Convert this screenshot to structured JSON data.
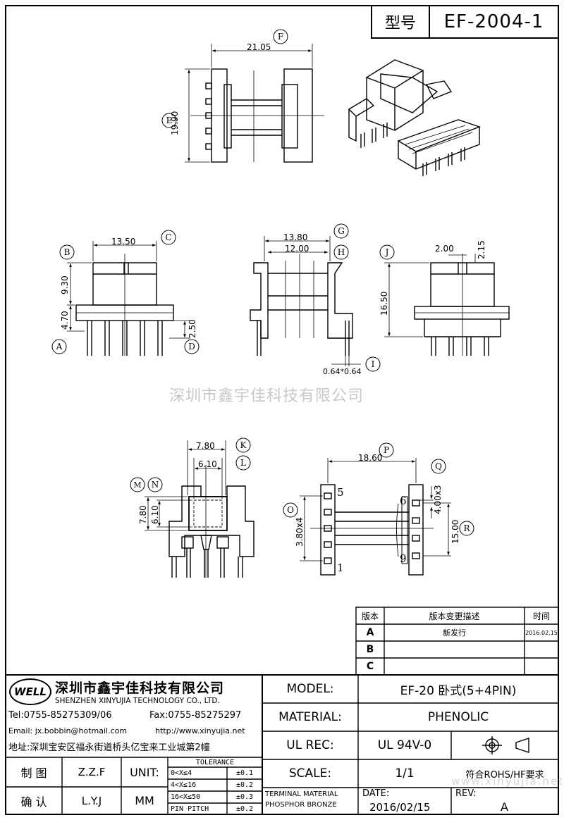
{
  "header": {
    "label": "型号",
    "model": "EF-2004-1"
  },
  "dims": {
    "top_width": "21.05",
    "top_height": "19.90",
    "front_width": "13.50",
    "front_h1": "9.30",
    "front_h2": "4.70",
    "front_h3": "2.50",
    "side_w1": "13.80",
    "side_w2": "12.00",
    "pin_size": "0.64*0.64",
    "right_w": "2.00",
    "right_w2": "2.15",
    "right_h": "16.50",
    "bottom_w1": "7.80",
    "bottom_w2": "6.10",
    "bottom_h1": "7.80",
    "bottom_h2": "6.10",
    "pcb_w": "18.60",
    "pcb_pitch_r": "4.00x3",
    "pcb_pitch_l": "3.80x4",
    "pcb_h": "15.00",
    "pin5": "5",
    "pin6": "6",
    "pin1": "1",
    "pin9": "9"
  },
  "callouts": [
    "F",
    "E",
    "C",
    "B",
    "A",
    "D",
    "G",
    "H",
    "J",
    "I",
    "K",
    "L",
    "M",
    "N",
    "O",
    "P",
    "Q",
    "R"
  ],
  "watermark": "深圳市鑫宇佳科技有限公司",
  "watermark_url": "www.xinyujia.net",
  "revision_table": {
    "headers": [
      "版本",
      "版本变更描述",
      "时间"
    ],
    "rows": [
      {
        "rev": "A",
        "desc": "新发行",
        "date": "2016.02.15"
      },
      {
        "rev": "B",
        "desc": "",
        "date": ""
      },
      {
        "rev": "C",
        "desc": "",
        "date": ""
      }
    ]
  },
  "company": {
    "logo": "WELL",
    "name_cn": "深圳市鑫宇佳科技有限公司",
    "name_en": "SHENZHEN XINYUJIA TECHNOLOGY CO., LTD.",
    "tel": "Tel:0755-85275309/06",
    "fax": "Fax:0755-85275297",
    "email": "Email: jx.bobbin@hotmail.com",
    "web": "http://www.xinyujia.net",
    "address": "地址:深圳宝安区福永街道桥头亿宝来工业城第2幢"
  },
  "title_block": {
    "model_label": "MODEL:",
    "model_value": "EF-20 卧式(5+4PIN)",
    "material_label": "MATERIAL:",
    "material_value": "PHENOLIC",
    "ulrec_label": "UL REC:",
    "ulrec_value": "UL 94V-0",
    "scale_label": "SCALE:",
    "scale_value": "1/1",
    "rohs": "符合ROHS/HF要求",
    "terminal_1": "TERMINAL MATERIAL",
    "terminal_2": "PHOSPHOR BRONZE",
    "date_label": "DATE:",
    "date_value": "2016/02/15",
    "rev_label": "REV:",
    "rev_value": "A",
    "draw_label": "制 图",
    "draw_value": "Z.Z.F",
    "check_label": "确 认",
    "check_value": "L.Y.J",
    "unit_label": "UNIT:",
    "unit_value": "MM",
    "tolerance_title": "TOLERANCE",
    "tol_1_range": "0<X≤4",
    "tol_1_val": "±0.1",
    "tol_2_range": "4<X≤16",
    "tol_2_val": "±0.2",
    "tol_3_range": "16<X≤50",
    "tol_3_val": "±0.3",
    "tol_4_range": "PIN PITCH",
    "tol_4_val": "±0.2"
  }
}
